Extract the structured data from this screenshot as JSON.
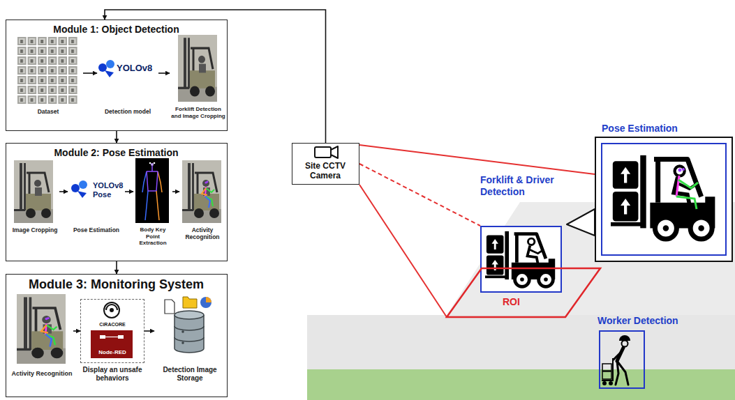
{
  "diagram": {
    "nodes": [
      {
        "text": [
          "Module 1: Object Detection"
        ]
      },
      {
        "text": [
          "Dataset"
        ],
        "in": 0
      },
      {
        "text": [
          "YOLOv8",
          "Detection model"
        ],
        "in": 0
      },
      {
        "text": [
          "Forklift Detection and Image Cropping"
        ],
        "in": 0
      },
      {
        "text": [
          "Module 2: Pose Estimation"
        ]
      },
      {
        "text": [
          "Image Cropping"
        ],
        "in": 4
      },
      {
        "text": [
          "YOLOv8 Pose",
          "Pose Estimation"
        ],
        "in": 4
      },
      {
        "text": [
          "Body Key Point Extraction"
        ],
        "in": 4
      },
      {
        "text": [
          "Activity Recognition"
        ],
        "in": 4
      },
      {
        "text": [
          "Module 3: Monitoring System"
        ]
      },
      {
        "text": [
          "Activity Recognition"
        ],
        "in": 9
      },
      {
        "text": [
          "CiRACORE",
          "Node-RED",
          "Display an unsafe behaviors"
        ],
        "in": 9
      },
      {
        "text": [
          "Detection Image Storage"
        ],
        "in": 9
      },
      {
        "text": [
          "Site CCTV Camera"
        ]
      },
      {
        "text": [
          "Forklift & Driver Detection"
        ]
      },
      {
        "text": [
          "ROI"
        ]
      },
      {
        "text": [
          "Pose Estimation"
        ]
      },
      {
        "text": [
          "Worker Detection"
        ]
      }
    ],
    "edges": [
      {
        "from": 1,
        "to": 2,
        "arrow": "to"
      },
      {
        "from": 2,
        "to": 3,
        "arrow": "to"
      },
      {
        "from": 5,
        "to": 6,
        "arrow": "to"
      },
      {
        "from": 6,
        "to": 7,
        "arrow": "to"
      },
      {
        "from": 7,
        "to": 8,
        "arrow": "to"
      },
      {
        "from": 10,
        "to": 11,
        "arrow": "to"
      },
      {
        "from": 11,
        "to": 12,
        "arrow": "to"
      },
      {
        "from": 0,
        "to": 4,
        "arrow": "to"
      },
      {
        "from": 4,
        "to": 9,
        "arrow": "to"
      },
      {
        "from": 13,
        "to": 0,
        "arrow": "to"
      },
      {
        "from": 13,
        "to": 14,
        "arrow": "none"
      },
      {
        "from": 13,
        "to": 15,
        "arrow": "none"
      },
      {
        "from": 13,
        "to": 16,
        "arrow": "none"
      }
    ]
  }
}
